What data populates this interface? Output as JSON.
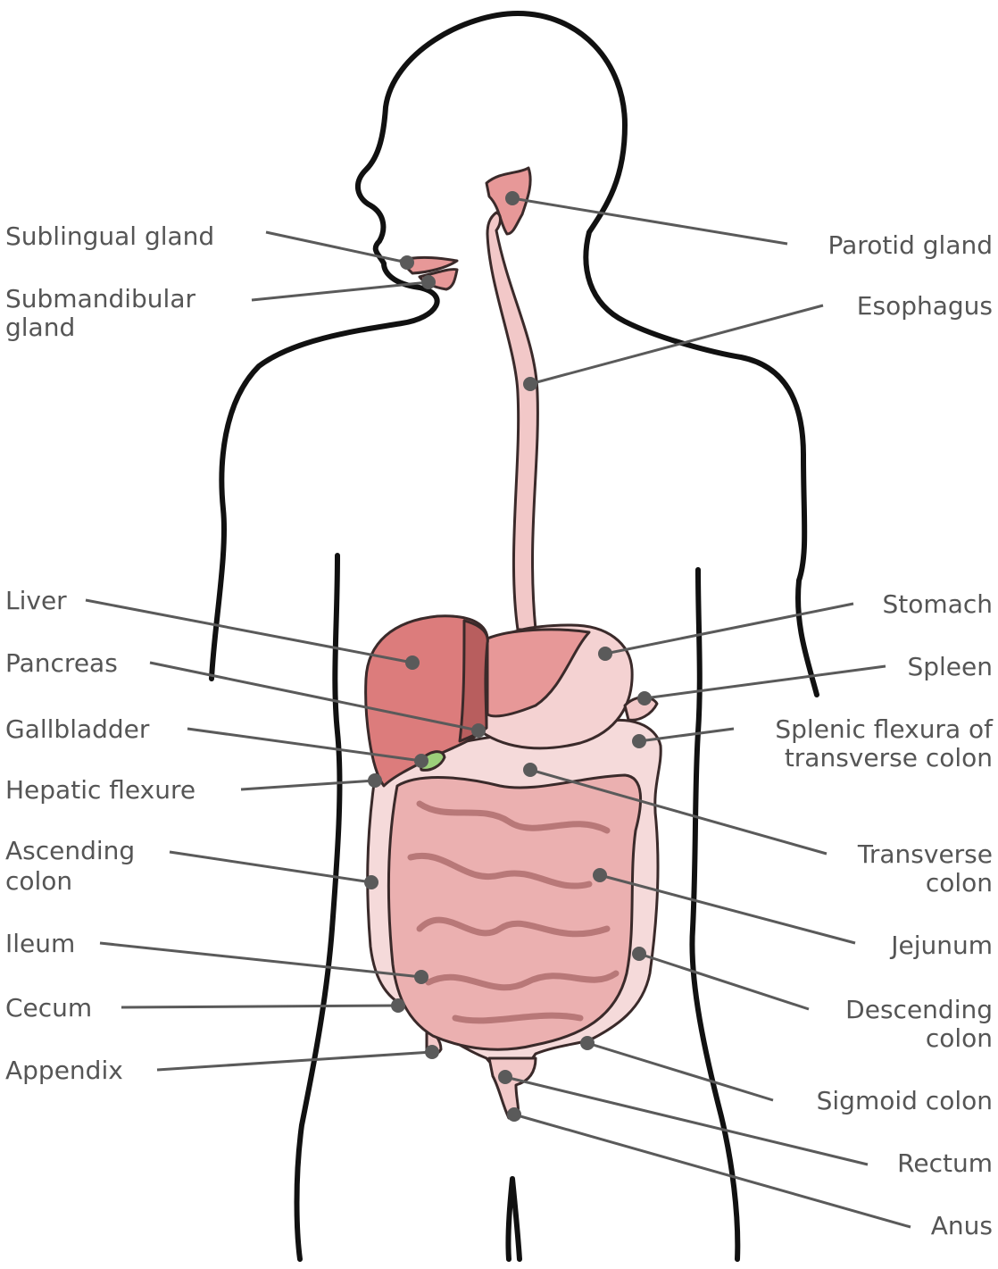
{
  "colors": {
    "outline": "#111111",
    "leader": "#5a5a5a",
    "label": "#555555",
    "liver": "#dc7c7c",
    "liver_dark": "#b85e5e",
    "stomach": "#f4d2d2",
    "esophagus": "#f2c8c8",
    "intestine": "#ebb0b0",
    "colon": "#f5dada",
    "gallbladder": "#9ccf7a",
    "gland": "#e79898"
  },
  "labels": {
    "sublingual_gland": "Sublingual gland",
    "submandibular_line1": "Submandibular",
    "submandibular_line2": "gland",
    "parotid_gland": "Parotid gland",
    "esophagus": "Esophagus",
    "liver": "Liver",
    "stomach": "Stomach",
    "pancreas": "Pancreas",
    "spleen": "Spleen",
    "gallbladder": "Gallbladder",
    "splenic_line1": "Splenic flexura of",
    "splenic_line2": "transverse colon",
    "hepatic_flexure": "Hepatic flexure",
    "transverse_line1": "Transverse",
    "transverse_line2": "colon",
    "ascending_line1": "Ascending",
    "ascending_line2": "colon",
    "jejunum": "Jejunum",
    "ileum": "Ileum",
    "descending_line1": "Descending",
    "descending_line2": "colon",
    "cecum": "Cecum",
    "sigmoid_colon": "Sigmoid colon",
    "appendix": "Appendix",
    "rectum": "Rectum",
    "anus": "Anus"
  }
}
